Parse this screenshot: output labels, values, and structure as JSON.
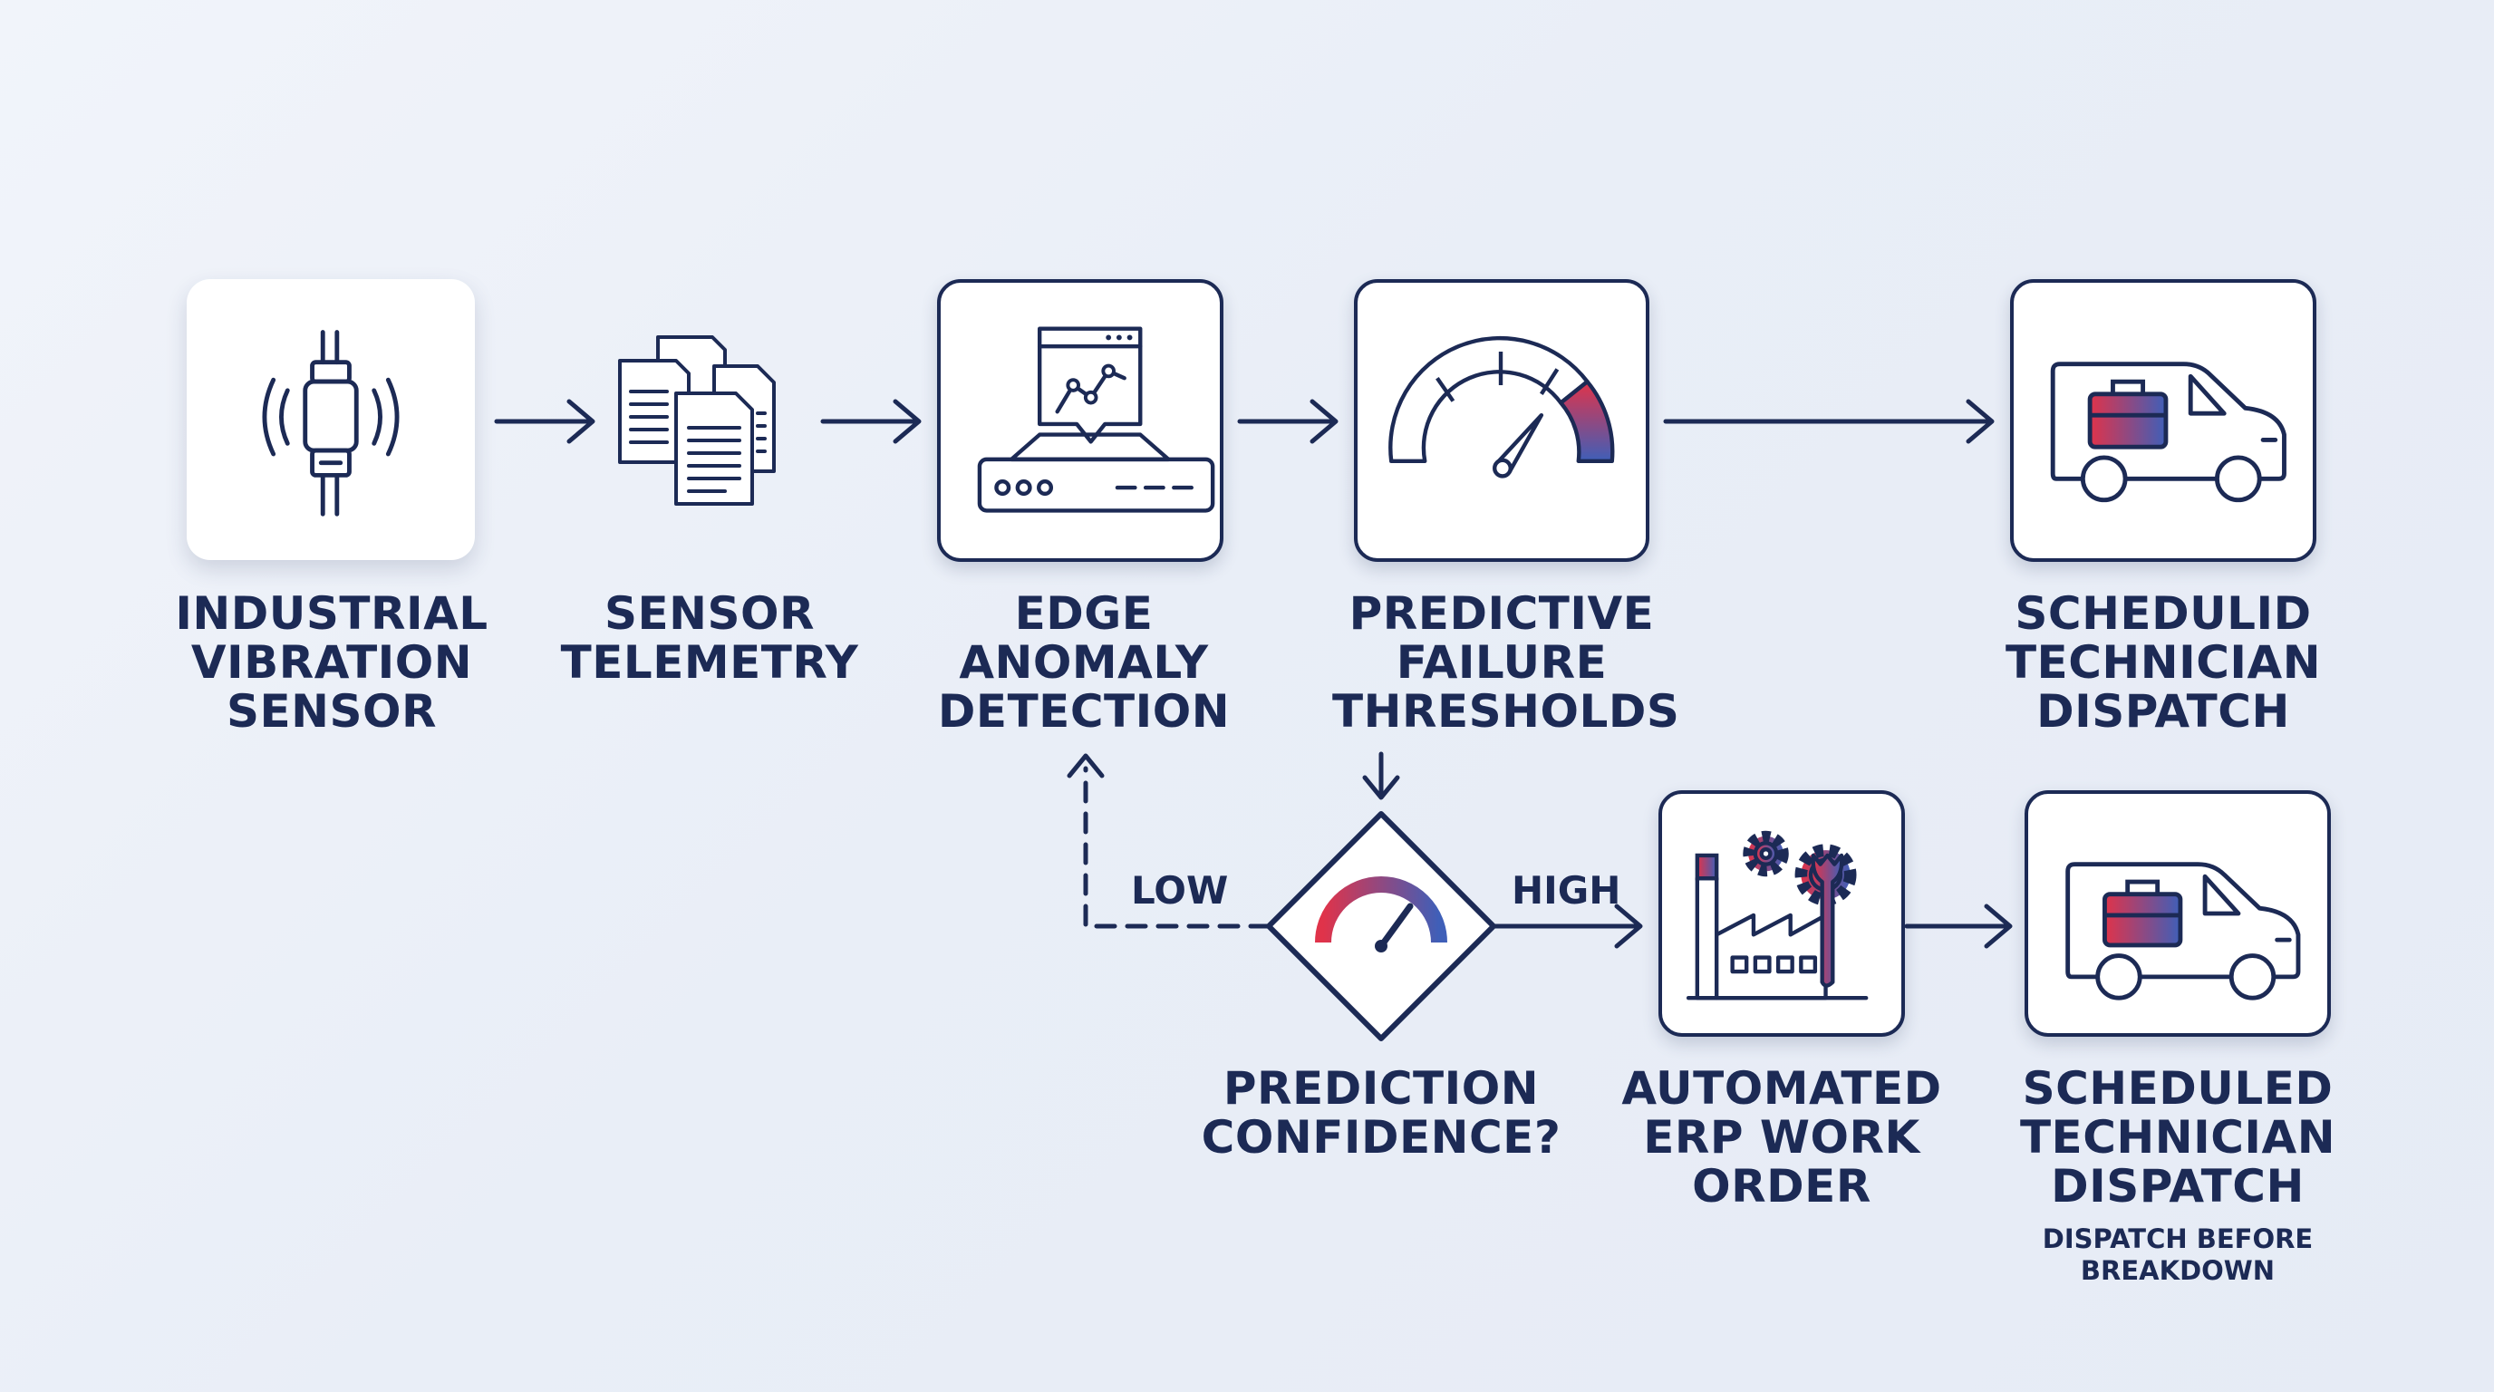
{
  "nodes": {
    "sensor": {
      "label": [
        "INDUSTRIAL",
        "VIBRATION",
        "SENSOR"
      ],
      "icon": "vibration-sensor-icon"
    },
    "telemetry": {
      "label": [
        "SENSOR",
        "TELEMETRY"
      ],
      "icon": "documents-icon"
    },
    "edge": {
      "label": [
        "EDGE",
        "ANOMALY",
        "DETECTION"
      ],
      "icon": "edge-device-chart-icon"
    },
    "thresholds": {
      "label": [
        "PREDICTIVE",
        "FAILURE",
        "THRESHOLDS"
      ],
      "icon": "gauge-icon"
    },
    "dispatch_top": {
      "label": [
        "SCHEDULID",
        "TECHNICIAN",
        "DISPATCH"
      ],
      "icon": "service-van-icon"
    },
    "confidence": {
      "label": [
        "PREDICTION",
        "CONFIDENCE?"
      ],
      "icon": "gauge-icon"
    },
    "erp": {
      "label": [
        "AUTOMATED",
        "ERP WORK",
        "ORDER"
      ],
      "icon": "factory-gears-icon"
    },
    "dispatch_bottom": {
      "label": [
        "SCHEDULED",
        "TECHNICIAN",
        "DISPATCH"
      ],
      "sublabel": [
        "DISPATCH BEFORE",
        "BREAKDOWN"
      ],
      "icon": "service-van-icon"
    }
  },
  "edges": {
    "low": "LOW",
    "high": "HIGH"
  },
  "colors": {
    "ink": "#1c2a55",
    "accent_red": "#e0334a",
    "accent_blue": "#3f5fb8"
  }
}
